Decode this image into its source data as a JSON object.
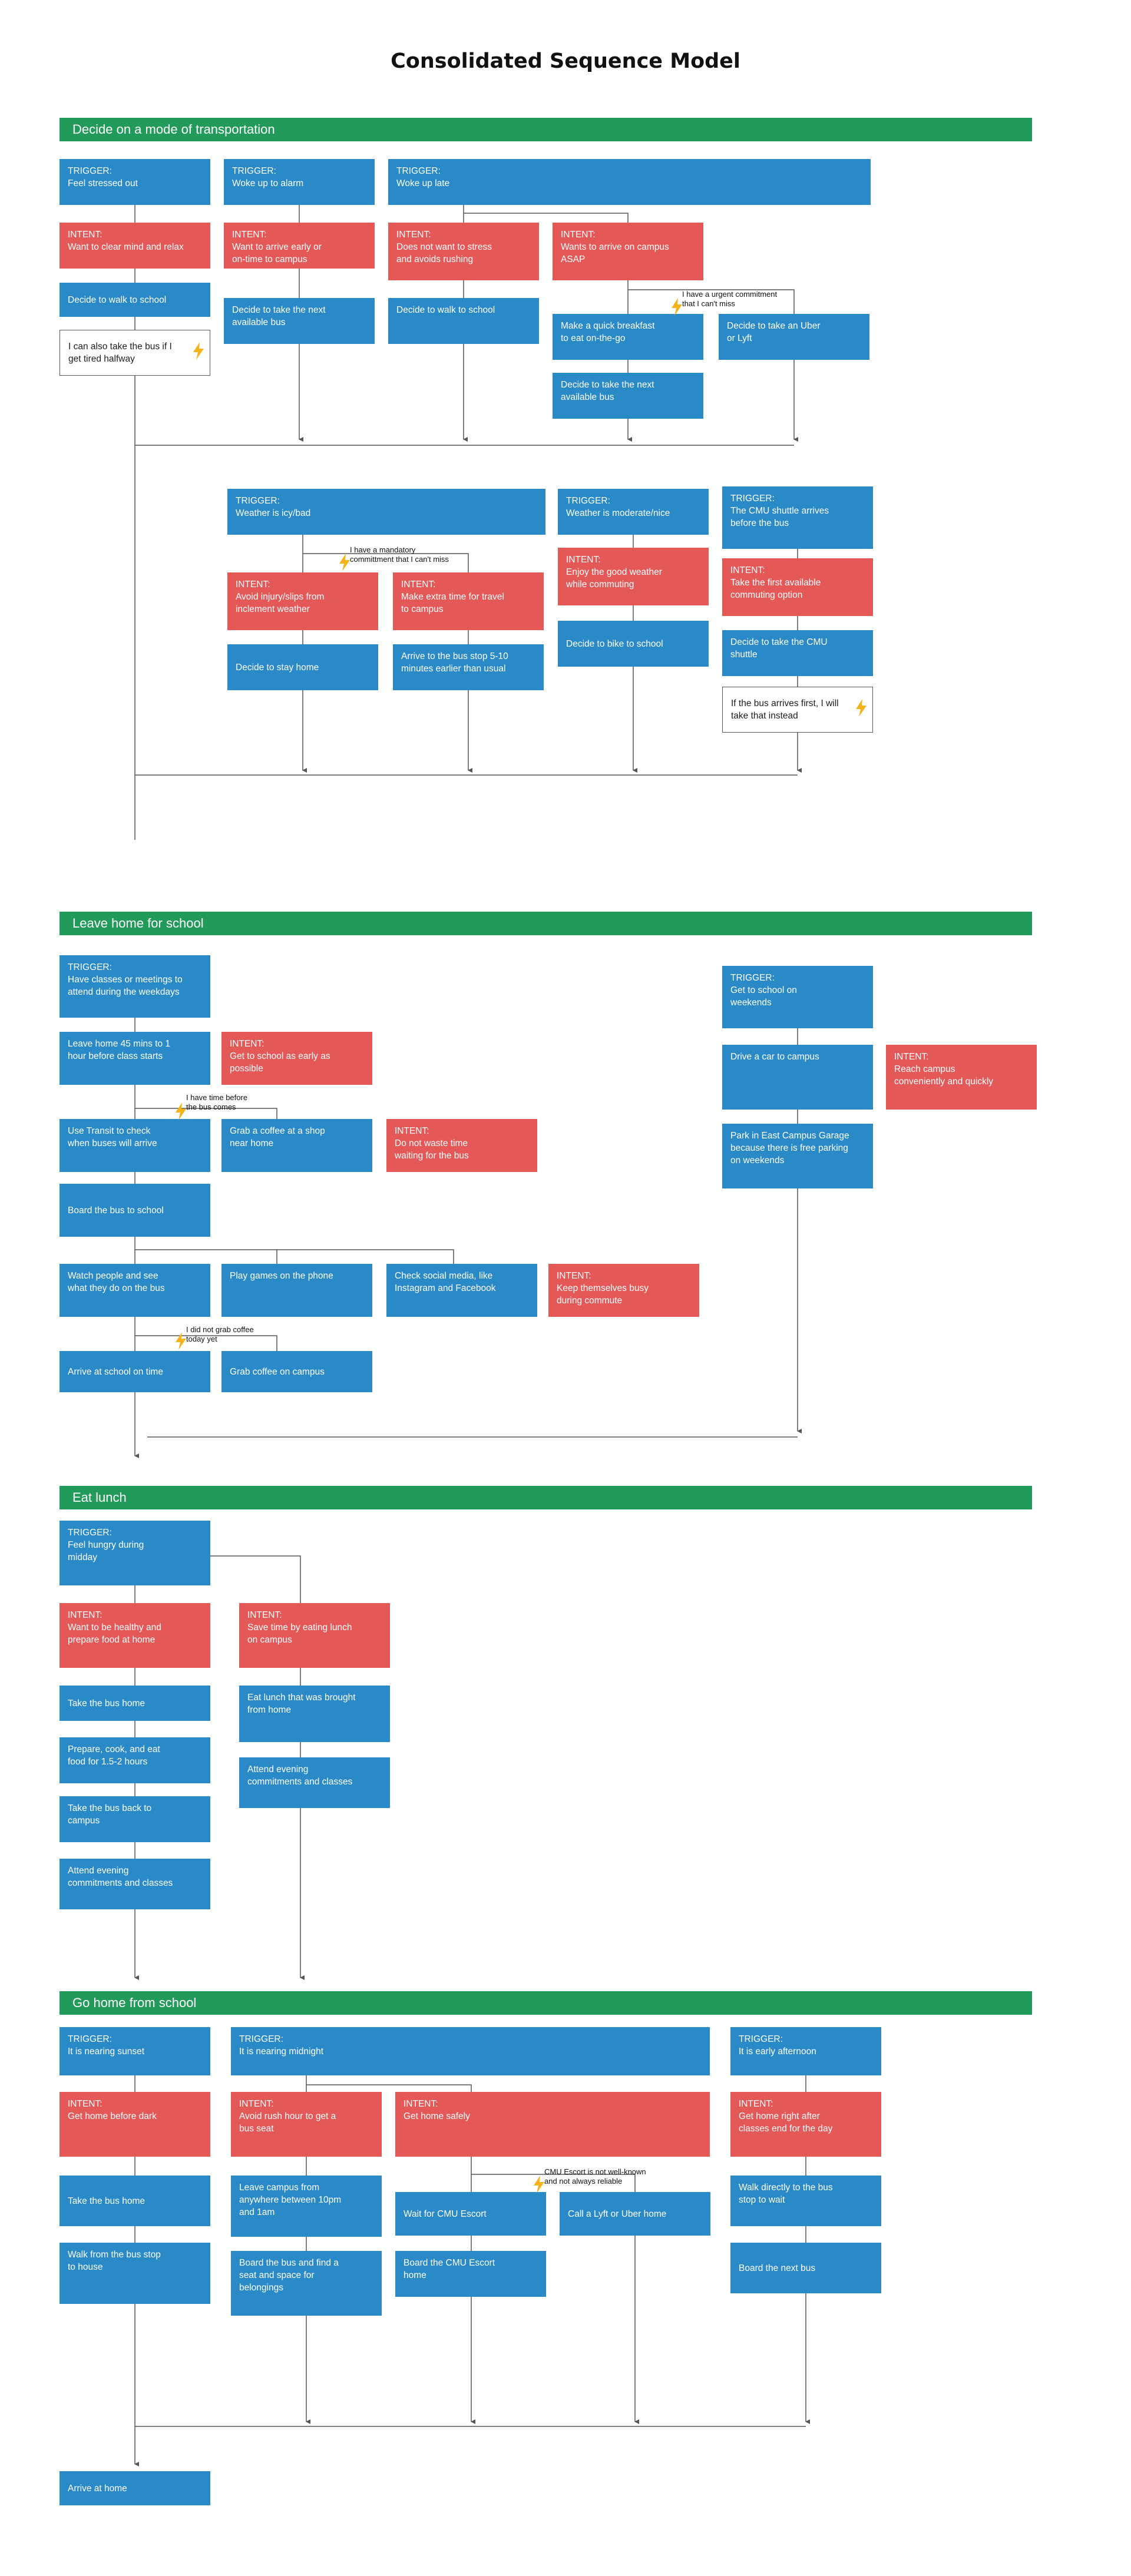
{
  "title": "Consolidated Sequence Model",
  "colors": {
    "section": "#229a5a",
    "trigger": "#2a8ac8",
    "intent": "#e45958",
    "action": "#2a8ac8",
    "line": "#555555",
    "bolt": "#f5b31a"
  },
  "sections": {
    "s1": "Decide on a mode of transportation",
    "s2": "Leave home for school",
    "s3": "Eat lunch",
    "s4": "Go home from school"
  },
  "nodes": {
    "s1_t1": "TRIGGER:\nFeel stressed out",
    "s1_t2": "TRIGGER:\nWoke up to alarm",
    "s1_t3": "TRIGGER:\nWoke up late",
    "s1_i1": "INTENT:\nWant to clear mind and relax",
    "s1_i2": "INTENT:\nWant to arrive early or\non-time to campus",
    "s1_i3": "INTENT:\nDoes not want to stress\nand avoids rushing",
    "s1_i4": "INTENT:\nWants to arrive on campus\nASAP",
    "s1_a1": "Decide to walk to school",
    "s1_a2": "Decide to take the next\navailable bus",
    "s1_a3": "Decide to walk to school",
    "s1_a4": "Make a quick breakfast\nto eat on-the-go",
    "s1_a5": "Decide to take an Uber\nor Lyft",
    "s1_a6": "Decide to take the next\navailable bus",
    "s1_w1": "I can also take the bus if I\nget tired halfway",
    "s1_t4": "TRIGGER:\nWeather is icy/bad",
    "s1_t5": "TRIGGER:\nWeather is moderate/nice",
    "s1_t6": "TRIGGER:\nThe CMU shuttle arrives\nbefore the bus",
    "s1_i5": "INTENT:\nAvoid injury/slips from\ninclement weather",
    "s1_i6": "INTENT:\nMake extra time for travel\nto campus",
    "s1_i7": "INTENT:\nEnjoy the good weather\nwhile commuting",
    "s1_i8": "INTENT:\nTake the first available\ncommuting option",
    "s1_a7": "Decide to stay home",
    "s1_a8": "Arrive to the bus stop 5-10\nminutes earlier than usual",
    "s1_a9": "Decide to bike to school",
    "s1_a10": "Decide to take the CMU\nshuttle",
    "s1_w2": "If the bus arrives first, I will\ntake that instead",
    "s2_t1": "TRIGGER:\nHave classes or meetings to\nattend during the weekdays",
    "s2_a1": "Leave home 45 mins to 1\nhour before class starts",
    "s2_i1": "INTENT:\nGet to school as early as\npossible",
    "s2_a2": "Use Transit to check\nwhen buses will arrive",
    "s2_a3": "Grab a coffee at a shop\nnear home",
    "s2_i2": "INTENT:\nDo not waste time\nwaiting for the bus",
    "s2_a4": "Board the bus to school",
    "s2_a5": "Watch people and see\nwhat they do on the bus",
    "s2_a6": "Play games on the phone",
    "s2_a7": "Check social media, like\nInstagram and Facebook",
    "s2_i3": "INTENT:\nKeep themselves busy\nduring commute",
    "s2_a8": "Arrive at school on time",
    "s2_a9": "Grab coffee on campus",
    "s2_t2": "TRIGGER:\nGet to school on\nweekends",
    "s2_a10": "Drive a car to campus",
    "s2_i4": "INTENT:\nReach campus\nconveniently and quickly",
    "s2_a11": "Park in East Campus Garage\nbecause there is free parking\non weekends",
    "s3_t1": "TRIGGER:\nFeel hungry during\nmidday",
    "s3_i1": "INTENT:\nWant to be healthy and\nprepare food at home",
    "s3_i2": "INTENT:\nSave time by eating lunch\non campus",
    "s3_a1": "Take the bus home",
    "s3_a2": "Prepare, cook, and eat\nfood for 1.5-2 hours",
    "s3_a3": "Take the bus back to\ncampus",
    "s3_a4": "Attend evening\ncommitments and classes",
    "s3_a5": "Eat lunch that was brought\nfrom home",
    "s3_a6": "Attend evening\ncommitments and classes",
    "s4_t1": "TRIGGER:\nIt is nearing sunset",
    "s4_t2": "TRIGGER:\nIt is nearing midnight",
    "s4_t3": "TRIGGER:\nIt is early afternoon",
    "s4_i1": "INTENT:\nGet home before dark",
    "s4_i2": "INTENT:\nAvoid rush hour to get a\nbus seat",
    "s4_i3": "INTENT:\nGet home safely",
    "s4_i4": "INTENT:\nGet home right after\nclasses end for the day",
    "s4_a1": "Take the bus home",
    "s4_a2": "Walk from the bus stop\nto house",
    "s4_a3": "Leave campus from\nanywhere between 10pm\nand 1am",
    "s4_a4": "Board the bus and find a\nseat and space for\nbelongings",
    "s4_a5": "Wait for CMU Escort",
    "s4_a6": "Board the CMU Escort\nhome",
    "s4_a7": "Call a Lyft or Uber home",
    "s4_a8": "Walk directly to the bus\nstop to wait",
    "s4_a9": "Board the next bus",
    "s4_end": "Arrive at home"
  },
  "notes": {
    "n1": "I have a urgent commitment\nthat I can't miss",
    "n2": "I have a mandatory\ncommittment that I can't miss",
    "n3": "I have time before\nthe bus comes",
    "n4": "I did not grab coffee\ntoday yet",
    "n5": "CMU Escort is not well-known\nand not always reliable"
  },
  "icons": {
    "breakdown": "lightning-bolt-icon",
    "connector": "arrow-head-icon"
  }
}
